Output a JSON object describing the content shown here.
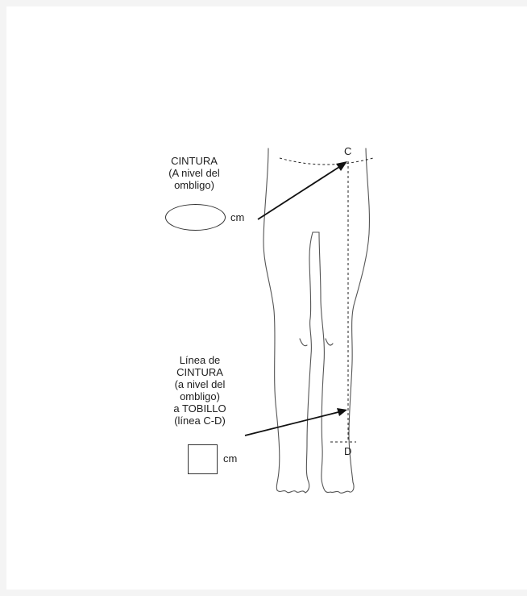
{
  "waist_label": {
    "line1": "CINTURA",
    "line2": "(A nivel del",
    "line3": "ombligo)"
  },
  "waist_unit": "cm",
  "length_label": {
    "line1": "Línea de",
    "line2": "CINTURA",
    "line3": "(a nivel del",
    "line4": "ombligo)",
    "line5": "a TOBILLO",
    "line6": "(línea C-D)"
  },
  "length_unit": "cm",
  "point_c": "C",
  "point_d": "D",
  "colors": {
    "ink": "#1e1e1e",
    "background": "#f4f4f4",
    "panel": "#ffffff"
  }
}
